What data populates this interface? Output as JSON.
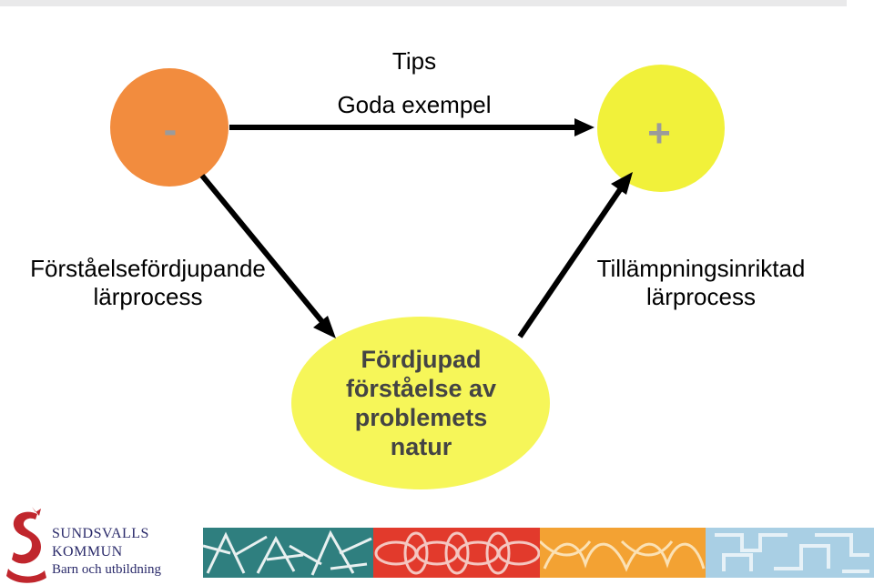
{
  "header": {
    "title": "Tips",
    "subtitle": "Goda exempel"
  },
  "nodes": {
    "minus": {
      "symbol": "-",
      "color": "#f28c3e"
    },
    "plus": {
      "symbol": "+",
      "color": "#f1f13a"
    },
    "center": {
      "text_lines": [
        "Fördjupad",
        "förståelse av",
        "problemets",
        "natur"
      ],
      "color": "#f6f659"
    }
  },
  "labels": {
    "left": [
      "Förståelsefördjupande",
      "lärprocess"
    ],
    "right": [
      "Tillämpningsinriktad",
      "lärprocess"
    ]
  },
  "logo": {
    "lines": [
      "SUNDSVALLS",
      "KOMMUN",
      "Barn och utbildning"
    ],
    "color": "#c0262d"
  },
  "footer_strip": {
    "colors": [
      "#2f7f7f",
      "#e23a2c",
      "#f3a233",
      "#a9cfe4"
    ]
  }
}
